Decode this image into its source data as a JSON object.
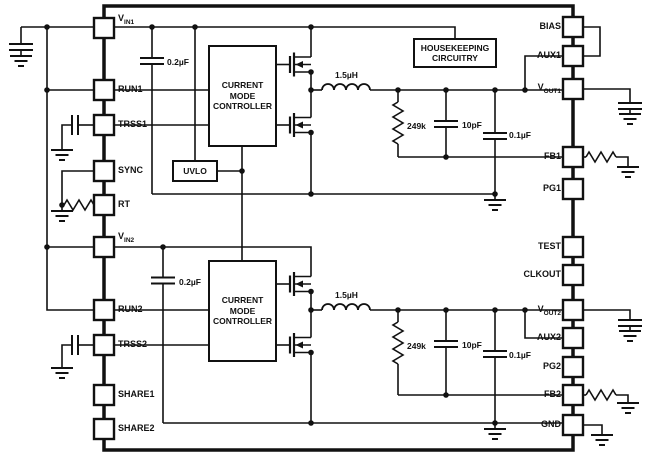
{
  "chip": {
    "pins_left": [
      {
        "id": "vin1",
        "base": "V",
        "sub": "IN1"
      },
      {
        "id": "run1",
        "label": "RUN1"
      },
      {
        "id": "trss1",
        "label": "TRSS1"
      },
      {
        "id": "sync",
        "label": "SYNC"
      },
      {
        "id": "rt",
        "label": "RT"
      },
      {
        "id": "vin2",
        "base": "V",
        "sub": "IN2"
      },
      {
        "id": "run2",
        "label": "RUN2"
      },
      {
        "id": "trss2",
        "label": "TRSS2"
      },
      {
        "id": "share1",
        "label": "SHARE1"
      },
      {
        "id": "share2",
        "label": "SHARE2"
      }
    ],
    "pins_right": [
      {
        "id": "bias",
        "label": "BIAS"
      },
      {
        "id": "aux1",
        "label": "AUX1"
      },
      {
        "id": "vout1",
        "base": "V",
        "sub": "OUT1"
      },
      {
        "id": "fb1",
        "label": "FB1"
      },
      {
        "id": "pg1",
        "label": "PG1"
      },
      {
        "id": "test",
        "label": "TEST"
      },
      {
        "id": "clkout",
        "label": "CLKOUT"
      },
      {
        "id": "vout2",
        "base": "V",
        "sub": "OUT2"
      },
      {
        "id": "aux2",
        "label": "AUX2"
      },
      {
        "id": "pg2",
        "label": "PG2"
      },
      {
        "id": "fb2",
        "label": "FB2"
      },
      {
        "id": "gnd",
        "label": "GND"
      }
    ],
    "blocks": {
      "controller1": "CURRENT MODE CONTROLLER",
      "controller2": "CURRENT MODE CONTROLLER",
      "uvlo": "UVLO",
      "housekeeping": "HOUSEKEEPING CIRCUITRY"
    }
  },
  "components": {
    "ch1": {
      "bypass_cap": "0.2µF",
      "inductor": "1.5µH",
      "fb_resistor": "249k",
      "fb_cap": "10pF",
      "out_cap": "0.1µF"
    },
    "ch2": {
      "bypass_cap": "0.2µF",
      "inductor": "1.5µH",
      "fb_resistor": "249k",
      "fb_cap": "10pF",
      "out_cap": "0.1µF"
    }
  },
  "colors": {
    "line": "#111111",
    "background": "#ffffff"
  }
}
